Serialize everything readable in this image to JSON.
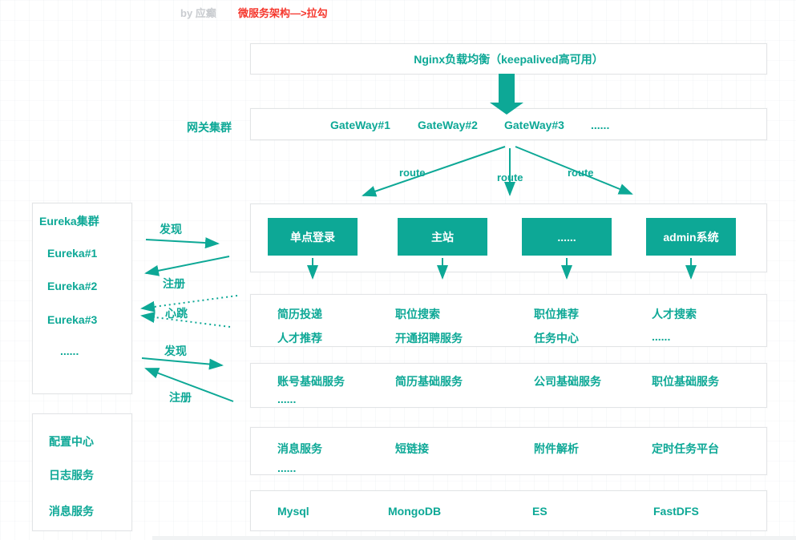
{
  "colors": {
    "teal": "#0da896",
    "red": "#f5372d",
    "byline_grey": "#c9ccd0",
    "box_border": "#e2e4e6"
  },
  "header": {
    "byline": "by 应癫",
    "title": "微服务架构—>拉勾"
  },
  "load_balancer": {
    "label": "Nginx负载均衡（keepalived高可用）"
  },
  "gateway_cluster": {
    "side_label": "网关集群",
    "nodes": [
      "GateWay#1",
      "GateWay#2",
      "GateWay#3",
      "......"
    ]
  },
  "route_labels": [
    "route",
    "route",
    "route"
  ],
  "frontend_apps": {
    "nodes": [
      "单点登录",
      "主站",
      "......",
      "admin系统"
    ]
  },
  "business_services": {
    "row1": [
      "简历投递",
      "职位搜索",
      "职位推荐",
      "人才搜索"
    ],
    "row2": [
      "人才推荐",
      "开通招聘服务",
      "任务中心",
      "......"
    ]
  },
  "base_services": {
    "row1": [
      "账号基础服务",
      "简历基础服务",
      "公司基础服务",
      "职位基础服务"
    ],
    "row2": "......"
  },
  "middleware_services": {
    "row1": [
      "消息服务",
      "短链接",
      "附件解析",
      "定时任务平台"
    ],
    "row2": "......"
  },
  "storage": {
    "items": [
      "Mysql",
      "MongoDB",
      "ES",
      "FastDFS"
    ]
  },
  "eureka_cluster": {
    "title": "Eureka集群",
    "nodes": [
      "Eureka#1",
      "Eureka#2",
      "Eureka#3",
      "......"
    ]
  },
  "infra_services": {
    "items": [
      "配置中心",
      "日志服务",
      "消息服务"
    ]
  },
  "edge_labels": {
    "discover_top": "发现",
    "register_top": "注册",
    "heartbeat": "心跳",
    "discover_bottom": "发现",
    "register_bottom": "注册"
  }
}
